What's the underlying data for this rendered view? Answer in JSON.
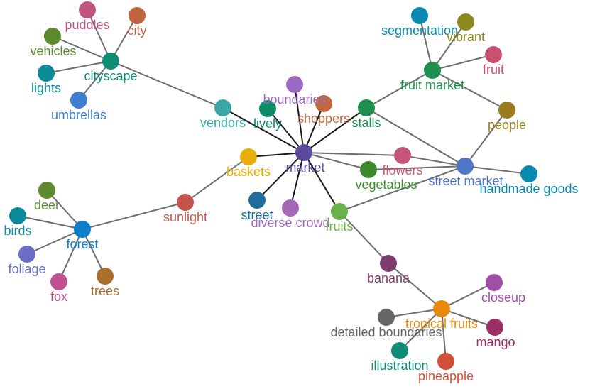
{
  "nodes": [
    {
      "id": "market",
      "label": "market",
      "color": "#5b4a9b"
    },
    {
      "id": "cityscape",
      "label": "cityscape",
      "color": "#0e8c76"
    },
    {
      "id": "puddles",
      "label": "puddles",
      "color": "#c0567f"
    },
    {
      "id": "city",
      "label": "city",
      "color": "#c0633f"
    },
    {
      "id": "vehicles",
      "label": "vehicles",
      "color": "#5d8a2e"
    },
    {
      "id": "lights",
      "label": "lights",
      "color": "#0b8a9a"
    },
    {
      "id": "umbrellas",
      "label": "umbrellas",
      "color": "#3f7fd0"
    },
    {
      "id": "vendors",
      "label": "vendors",
      "color": "#3aa6a6"
    },
    {
      "id": "boundaries",
      "label": "boundaries",
      "color": "#9b6ac3"
    },
    {
      "id": "shoppers",
      "label": "shoppers",
      "color": "#c0673f"
    },
    {
      "id": "lively",
      "label": "lively",
      "color": "#0e8c6a"
    },
    {
      "id": "stalls",
      "label": "stalls",
      "color": "#1f8f4f"
    },
    {
      "id": "fruit_market",
      "label": "fruit market",
      "color": "#1f8f4f"
    },
    {
      "id": "segmentation",
      "label": "segmentation",
      "color": "#0b8ab0"
    },
    {
      "id": "vibrant",
      "label": "vibrant",
      "color": "#8c8a1f"
    },
    {
      "id": "fruit",
      "label": "fruit",
      "color": "#c9506e"
    },
    {
      "id": "people",
      "label": "people",
      "color": "#9a7c1f"
    },
    {
      "id": "street_market",
      "label": "street market",
      "color": "#4f77c9"
    },
    {
      "id": "handmade_goods",
      "label": "handmade goods",
      "color": "#0b8ab0"
    },
    {
      "id": "flowers",
      "label": "flowers",
      "color": "#c7547a"
    },
    {
      "id": "vegetables",
      "label": "vegetables",
      "color": "#3d8a2e"
    },
    {
      "id": "baskets",
      "label": "baskets",
      "color": "#e8ad0b"
    },
    {
      "id": "street",
      "label": "street",
      "color": "#1f6e9c"
    },
    {
      "id": "diverse_crowd",
      "label": "diverse crowd",
      "color": "#a567b8"
    },
    {
      "id": "fruits",
      "label": "fruits",
      "color": "#6ab24a"
    },
    {
      "id": "sunlight",
      "label": "sunlight",
      "color": "#c0564a"
    },
    {
      "id": "forest",
      "label": "forest",
      "color": "#0b7fc9"
    },
    {
      "id": "deer",
      "label": "deer",
      "color": "#5d8a2e"
    },
    {
      "id": "birds",
      "label": "birds",
      "color": "#0b8a9a"
    },
    {
      "id": "foliage",
      "label": "foliage",
      "color": "#6a6ec9"
    },
    {
      "id": "fox",
      "label": "fox",
      "color": "#c0508f"
    },
    {
      "id": "trees",
      "label": "trees",
      "color": "#a8702f"
    },
    {
      "id": "banana",
      "label": "banana",
      "color": "#7a3f6a"
    },
    {
      "id": "tropical_fruits",
      "label": "tropical fruits",
      "color": "#e8890b"
    },
    {
      "id": "closeup",
      "label": "closeup",
      "color": "#a04fa6"
    },
    {
      "id": "detailed_boundaries",
      "label": "detailed boundaries",
      "color": "#666666"
    },
    {
      "id": "mango",
      "label": "mango",
      "color": "#9c2f64"
    },
    {
      "id": "illustration",
      "label": "illustration",
      "color": "#0e8c76"
    },
    {
      "id": "pineapple",
      "label": "pineapple",
      "color": "#d0503a"
    }
  ],
  "edges": [
    [
      "cityscape",
      "puddles"
    ],
    [
      "cityscape",
      "city"
    ],
    [
      "cityscape",
      "vehicles"
    ],
    [
      "cityscape",
      "lights"
    ],
    [
      "cityscape",
      "umbrellas"
    ],
    [
      "cityscape",
      "vendors"
    ],
    [
      "vendors",
      "market"
    ],
    [
      "market",
      "boundaries"
    ],
    [
      "market",
      "shoppers"
    ],
    [
      "market",
      "lively"
    ],
    [
      "market",
      "stalls"
    ],
    [
      "market",
      "flowers"
    ],
    [
      "market",
      "vegetables"
    ],
    [
      "market",
      "baskets"
    ],
    [
      "market",
      "street"
    ],
    [
      "market",
      "diverse_crowd"
    ],
    [
      "market",
      "fruits"
    ],
    [
      "stalls",
      "fruit_market"
    ],
    [
      "stalls",
      "street_market"
    ],
    [
      "fruit_market",
      "segmentation"
    ],
    [
      "fruit_market",
      "vibrant"
    ],
    [
      "fruit_market",
      "fruit"
    ],
    [
      "fruit_market",
      "people"
    ],
    [
      "people",
      "street_market"
    ],
    [
      "street_market",
      "handmade_goods"
    ],
    [
      "street_market",
      "flowers"
    ],
    [
      "street_market",
      "vegetables"
    ],
    [
      "street_market",
      "fruits"
    ],
    [
      "baskets",
      "sunlight"
    ],
    [
      "sunlight",
      "forest"
    ],
    [
      "forest",
      "deer"
    ],
    [
      "forest",
      "birds"
    ],
    [
      "forest",
      "foliage"
    ],
    [
      "forest",
      "fox"
    ],
    [
      "forest",
      "trees"
    ],
    [
      "fruits",
      "banana"
    ],
    [
      "banana",
      "tropical_fruits"
    ],
    [
      "tropical_fruits",
      "closeup"
    ],
    [
      "tropical_fruits",
      "detailed_boundaries"
    ],
    [
      "tropical_fruits",
      "mango"
    ],
    [
      "tropical_fruits",
      "illustration"
    ],
    [
      "tropical_fruits",
      "pineapple"
    ]
  ]
}
